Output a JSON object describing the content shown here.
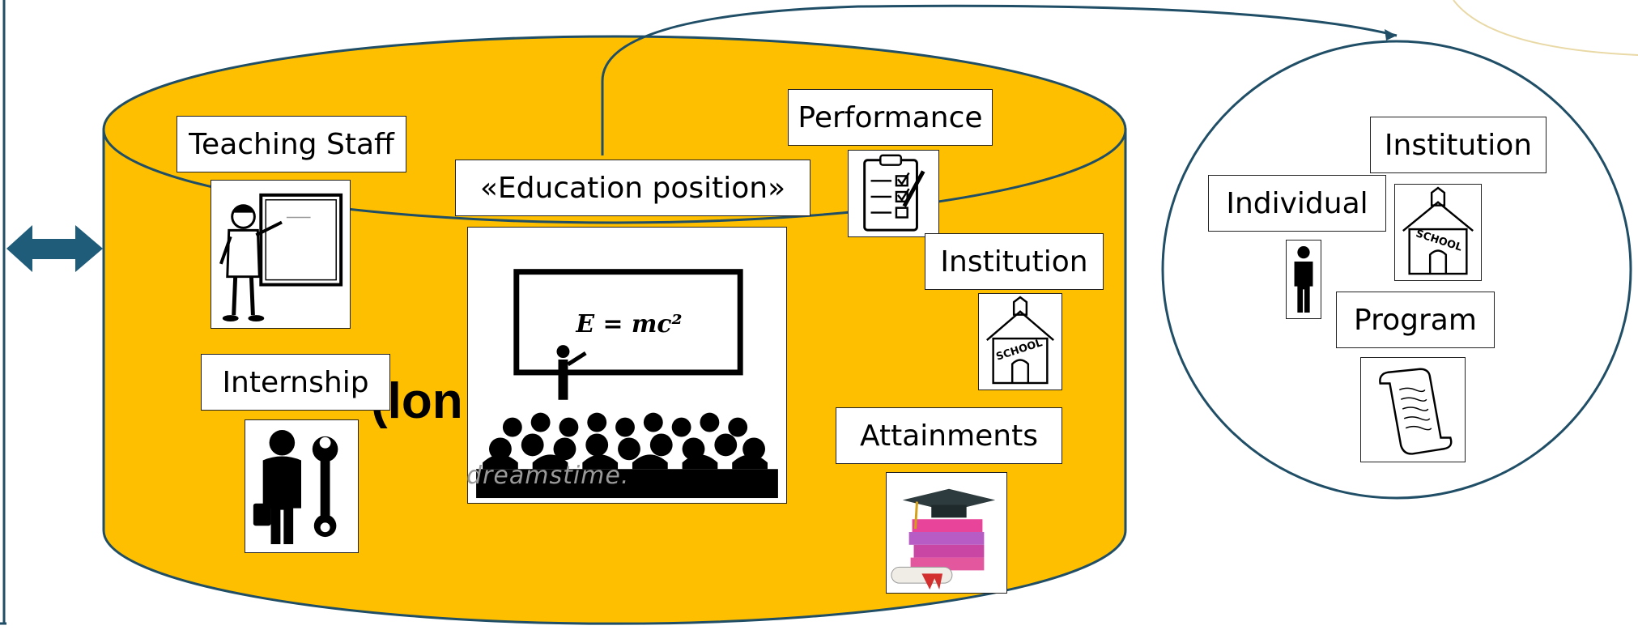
{
  "colors": {
    "drum_fill": "#FDBF00",
    "outline": "#1F4E66",
    "arrow": "#1F5C7A",
    "accent_circle": "#E9D9A6"
  },
  "database": {
    "caption_visible": "(lon                nnual)",
    "labels": {
      "teaching_staff": "Teaching Staff",
      "education_position": "«Education position»",
      "performance": "Performance",
      "institution": "Institution",
      "internship": "Internship",
      "attainments": "Attainments"
    },
    "board_formula": "E = mc²",
    "watermark": "dreamstime."
  },
  "target": {
    "labels": {
      "institution": "Institution",
      "individual": "Individual",
      "program": "Program"
    }
  },
  "icons": [
    "teacher-at-board-icon",
    "lecture-hall-icon",
    "checklist-clipboard-icon",
    "school-building-icon",
    "worker-wrench-icon",
    "books-graduation-cap-icon",
    "person-icon",
    "diploma-scroll-icon",
    "double-arrow-icon"
  ]
}
